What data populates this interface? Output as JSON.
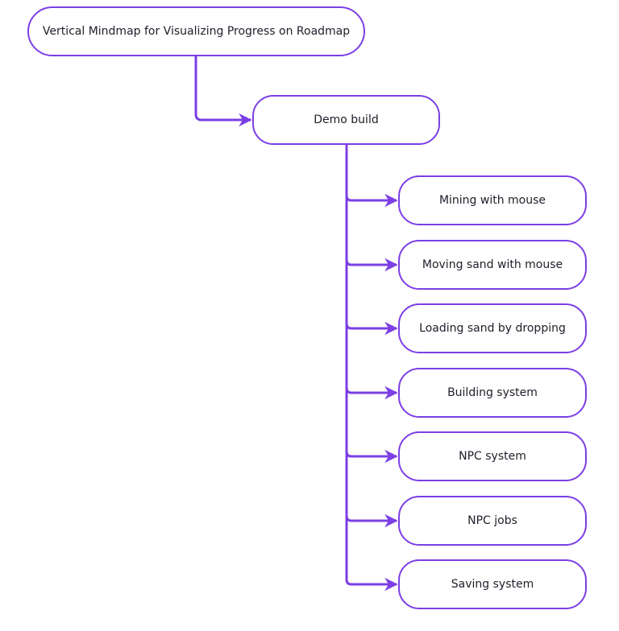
{
  "colors": {
    "accent": "#7b3fe4",
    "text": "#1e1e2a",
    "background": "#ffffff"
  },
  "root": {
    "label": "Vertical Mindmap for Visualizing Progress on Roadmap"
  },
  "demo": {
    "label": "Demo build"
  },
  "children": [
    {
      "label": "Mining with mouse"
    },
    {
      "label": "Moving sand with mouse"
    },
    {
      "label": "Loading sand by dropping"
    },
    {
      "label": "Building system"
    },
    {
      "label": "NPC system"
    },
    {
      "label": "NPC jobs"
    },
    {
      "label": "Saving system"
    }
  ]
}
